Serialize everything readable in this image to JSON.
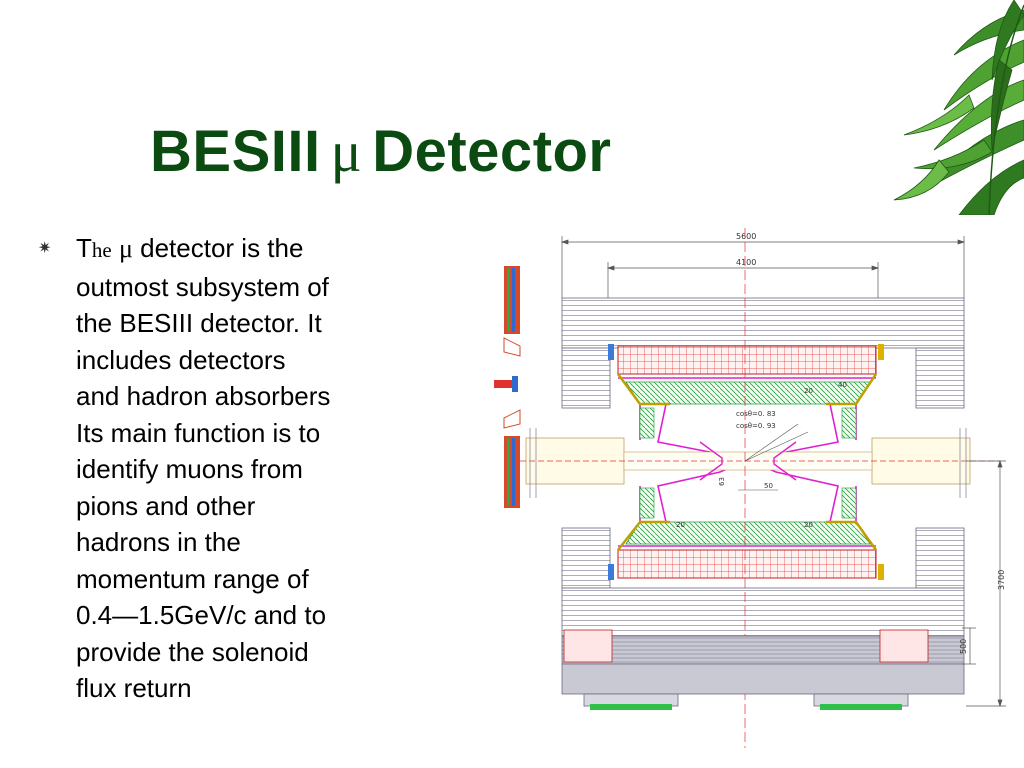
{
  "slide": {
    "title_prefix": "BESIII",
    "title_mu": "μ",
    "title_suffix": "Detector",
    "bullet_icon": "asterisk-bullet-icon",
    "body": {
      "line1_a": "T",
      "line1_b": "he",
      "line1_c": "μ",
      "line1_d": "detector is the",
      "line2": "outmost subsystem of",
      "line3": "the BESIII detector. It",
      "line4": "includes detectors",
      "line5": "and hadron absorbers",
      "line6": "Its main function  is to",
      "line7": "identify muons from",
      "line8": "pions and other",
      "line9": "hadrons in the",
      "line10": "momentum range of",
      "line11": "0.4—1.5GeV/c and to",
      "line12": "provide the solenoid",
      "line13": "flux return"
    }
  },
  "diagram": {
    "dim_total_width": "5600",
    "dim_inner_width": "4100",
    "dim_height": "3700",
    "dim_base": "500",
    "label_40": "40",
    "label_20_top": "20",
    "label_20_bottom_left": "20",
    "label_20_bottom_right": "20",
    "label_cos1": "cosθ=0. 83",
    "label_cos2": "cosθ=0. 93",
    "label_63": "63",
    "label_50": "50",
    "colors": {
      "title_green": "#0b4a10",
      "magenta": "#e020d0",
      "red_lines": "#e23030",
      "green_layers": "#1a9a3a",
      "grey_yoke": "#9a9aa8"
    }
  },
  "decor": {
    "leaves": "bamboo-leaves-image"
  }
}
